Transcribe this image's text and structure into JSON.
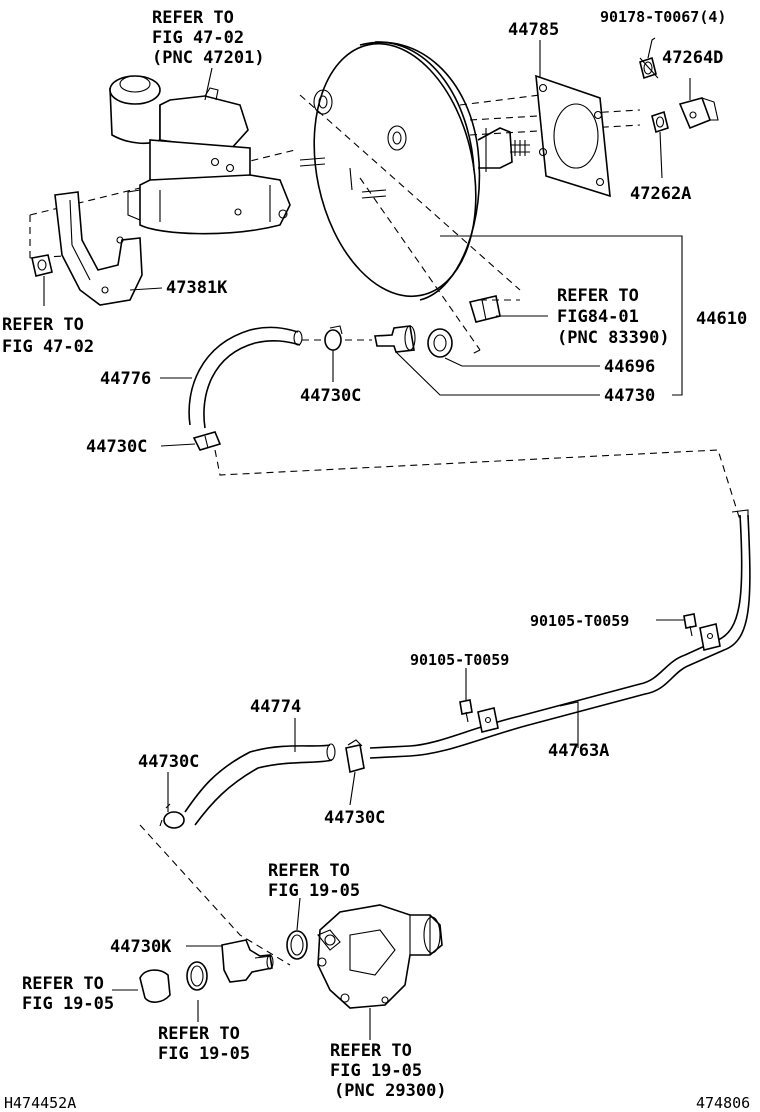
{
  "part_numbers": {
    "p44785": "44785",
    "p90178": "90178-T0067(4)",
    "p47264D": "47264D",
    "p47262A": "47262A",
    "p47381K": "47381K",
    "p44610": "44610",
    "p44696": "44696",
    "p44730": "44730",
    "p44776": "44776",
    "p44730C_a": "44730C",
    "p44730C_b": "44730C",
    "p90105_a": "90105-T0059",
    "p90105_b": "90105-T0059",
    "p44774": "44774",
    "p44763A": "44763A",
    "p44730C_c": "44730C",
    "p44730C_d": "44730C",
    "p44730K": "44730K"
  },
  "references": {
    "ref1": [
      "REFER TO",
      "FIG 47-02",
      "(PNC 47201)"
    ],
    "ref2": [
      "REFER TO",
      "FIG 47-02"
    ],
    "ref3": [
      "REFER TO",
      "FIG84-01",
      "(PNC 83390)"
    ],
    "ref4": [
      "REFER TO",
      "FIG 19-05"
    ],
    "ref5": [
      "REFER TO",
      "FIG 19-05"
    ],
    "ref6": [
      "REFER TO",
      "FIG 19-05"
    ],
    "ref7": [
      "REFER TO",
      "FIG 19-05",
      "(PNC 29300)"
    ]
  },
  "footer": {
    "left_code": "H474452A",
    "right_code": "474806"
  }
}
